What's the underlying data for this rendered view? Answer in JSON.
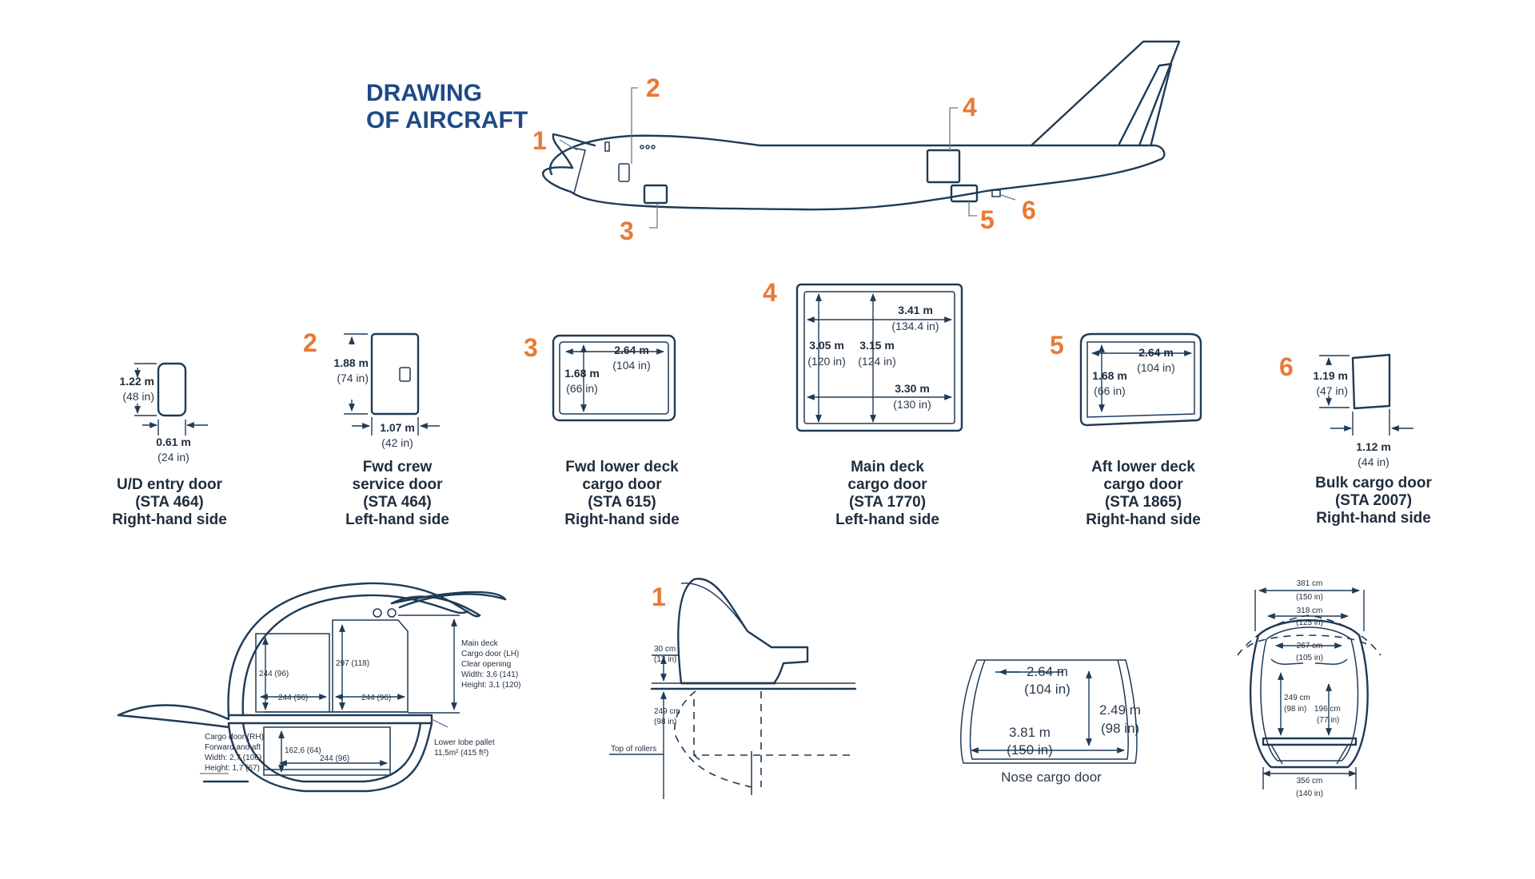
{
  "title": {
    "line1": "DRAWING",
    "line2": "OF AIRCRAFT"
  },
  "callouts": [
    "1",
    "2",
    "3",
    "4",
    "5",
    "6"
  ],
  "doors": [
    {
      "id": "1",
      "w_m": "0.61 m",
      "w_in": "(24 in)",
      "h_m": "1.22 m",
      "h_in": "(48 in)",
      "caption": [
        "U/D entry door",
        "(STA 464)",
        "Right-hand side"
      ]
    },
    {
      "id": "2",
      "w_m": "1.07 m",
      "w_in": "(42 in)",
      "h_m": "1.88 m",
      "h_in": "(74 in)",
      "caption": [
        "Fwd crew",
        "service door",
        "(STA 464)",
        "Left-hand side"
      ]
    },
    {
      "id": "3",
      "w_m": "2.64 m",
      "w_in": "(104 in)",
      "h_m": "1.68 m",
      "h_in": "(66 in)",
      "caption": [
        "Fwd lower deck",
        "cargo door",
        "(STA 615)",
        "Right-hand side"
      ]
    },
    {
      "id": "4",
      "top_m": "3.41 m",
      "top_in": "(134.4 in)",
      "left_m": "3.05 m",
      "left_in": "(120 in)",
      "mid_m": "3.15 m",
      "mid_in": "(124 in)",
      "bot_m": "3.30 m",
      "bot_in": "(130 in)",
      "caption": [
        "Main deck",
        "cargo door",
        "(STA 1770)",
        "Left-hand side"
      ]
    },
    {
      "id": "5",
      "w_m": "2.64 m",
      "w_in": "(104 in)",
      "h_m": "1.68 m",
      "h_in": "(66 in)",
      "caption": [
        "Aft lower deck",
        "cargo door",
        "(STA 1865)",
        "Right-hand side"
      ]
    },
    {
      "id": "6",
      "w_m": "1.12 m",
      "w_in": "(44 in)",
      "h_m": "1.19 m",
      "h_in": "(47 in)",
      "caption": [
        "Bulk cargo door",
        "(STA 2007)",
        "Right-hand side"
      ]
    }
  ],
  "section": {
    "left_box": "244 (96)",
    "left_w": "244 (96)",
    "mid_h": "297 (118)",
    "mid_w": "244 (96)",
    "lower_h": "162,6 (64)",
    "lower_w": "244 (96)",
    "main_door": [
      "Main deck",
      "Cargo door (LH)",
      "Clear opening",
      "Width: 3,6 (141)",
      "Height: 3,1 (120)"
    ],
    "rh_door": [
      "Cargo door (RH)",
      "Forward and aft",
      "Width: 2,7 (106)",
      "Height: 1,7 (67)"
    ],
    "pallet": [
      "Lower lobe pallet",
      "11,5m² (415 ft²)"
    ]
  },
  "nose_profile": {
    "callout": "1",
    "h1": "30 cm",
    "h1_in": "(12 in)",
    "h2": "249 cm",
    "h2_in": "(98 in)",
    "rollers": "Top of rollers"
  },
  "nose_door": {
    "w_m": "2.64 m",
    "w_in": "(104 in)",
    "h_m": "2.49 m",
    "h_in": "(98 in)",
    "w2_m": "3.81 m",
    "w2_in": "(150 in)",
    "label": "Nose cargo door"
  },
  "front_section": {
    "w1": "381 cm",
    "w1_in": "(150 in)",
    "w2": "318 cm",
    "w2_in": "(125 in)",
    "w3": "267 cm",
    "w3_in": "(105 in)",
    "h1": "249 cm",
    "h1_in": "(98 in)",
    "h2": "196 cm",
    "h2_in": "(77 in)",
    "w4": "356 cm",
    "w4_in": "(140 in)"
  }
}
